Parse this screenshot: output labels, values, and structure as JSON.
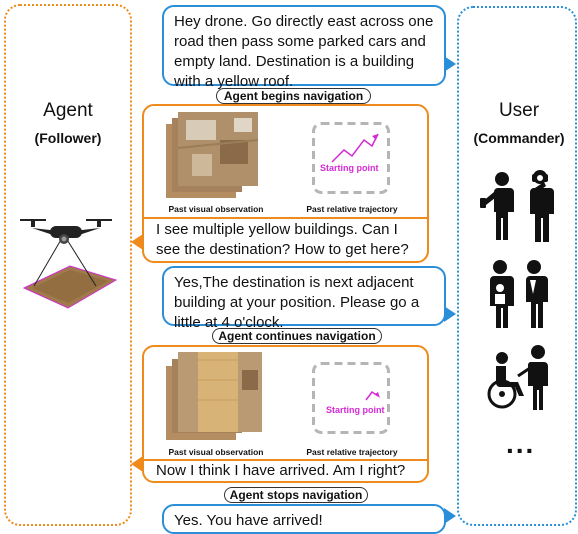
{
  "agent_panel": {
    "title": "Agent",
    "subtitle": "(Follower)"
  },
  "user_panel": {
    "title": "User",
    "subtitle": "(Commander)",
    "ellipsis": "..."
  },
  "messages": {
    "user1": "Hey drone. Go directly east across one road then pass some parked cars and empty land. Destination is a building with a yellow roof.",
    "agent1": "I see multiple yellow buildings. Can I see the destination? How to get here?",
    "user2": "Yes,The destination is next adjacent building at your position. Please go a little at 4 o'clock.",
    "agent2": "Now I think I have arrived. Am I right?",
    "user3": "Yes. You have arrived!"
  },
  "stages": {
    "begins": "Agent begins navigation",
    "continues": "Agent continues navigation",
    "stops": "Agent stops navigation"
  },
  "captions": {
    "visual": "Past visual observation",
    "trajectory": "Past relative trajectory",
    "starting_point": "Starting point"
  },
  "colors": {
    "user_accent": "#2a8fd8",
    "agent_accent": "#ef8a1c",
    "trajectory": "#d42bd4"
  },
  "icons": [
    "drone-icon",
    "person-phone-icon",
    "person-camera-icon",
    "parent-child-icon",
    "wheelchair-icon"
  ]
}
